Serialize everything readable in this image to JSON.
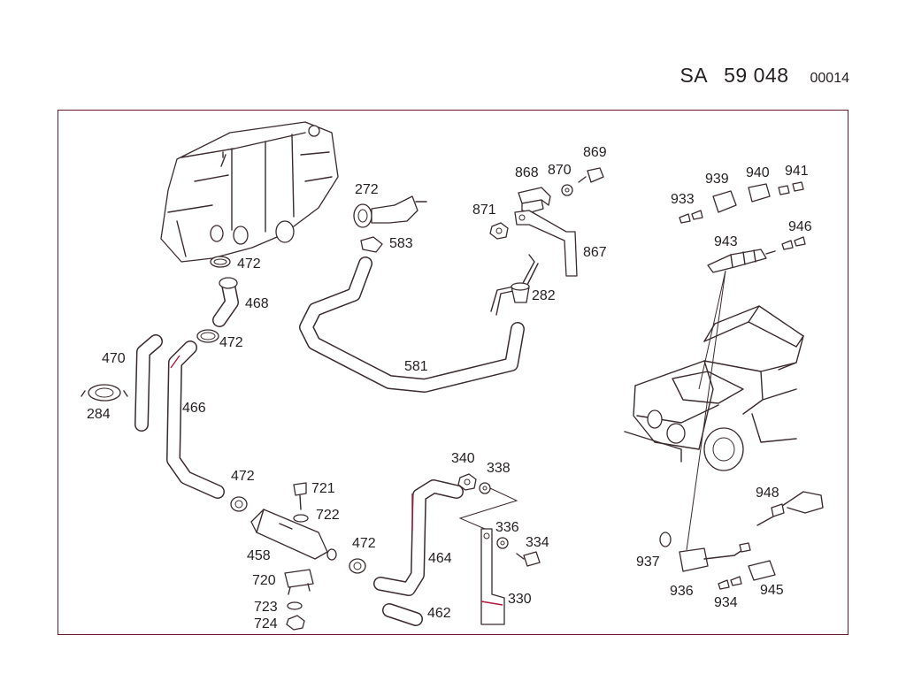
{
  "header": {
    "prefix": "SA",
    "number": "59 048",
    "code": "00014"
  },
  "colors": {
    "frame": "#6b1a2e",
    "line": "#3a2a2d",
    "accent": "#b0183c"
  },
  "labels": {
    "p272": "272",
    "p583": "583",
    "p472a": "472",
    "p468": "468",
    "p472b": "472",
    "p470": "470",
    "p284": "284",
    "p466": "466",
    "p581": "581",
    "p868": "868",
    "p870": "870",
    "p869": "869",
    "p871": "871",
    "p867": "867",
    "p282": "282",
    "p939": "939",
    "p940": "940",
    "p941": "941",
    "p933": "933",
    "p946": "946",
    "p943": "943",
    "p340": "340",
    "p338": "338",
    "p336": "336",
    "p334": "334",
    "p330": "330",
    "p721": "721",
    "p722": "722",
    "p472c": "472",
    "p472d": "472",
    "p458": "458",
    "p720": "720",
    "p723": "723",
    "p724": "724",
    "p464": "464",
    "p462": "462",
    "p948": "948",
    "p937": "937",
    "p936": "936",
    "p934": "934",
    "p945": "945"
  }
}
